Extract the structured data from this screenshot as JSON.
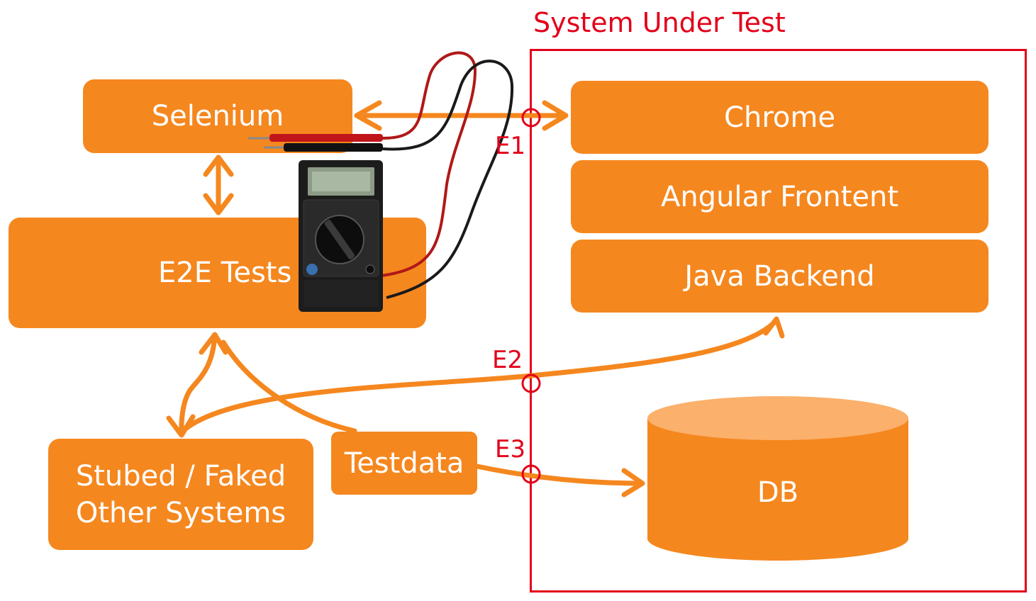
{
  "sut_title": "System Under Test",
  "boxes": {
    "selenium": "Selenium",
    "e2e_tests": "E2E Tests",
    "stubbed_line1": "Stubed / Faked",
    "stubbed_line2": "Other Systems",
    "testdata": "Testdata",
    "chrome": "Chrome",
    "angular": "Angular Frontent",
    "java": "Java Backend",
    "db": "DB"
  },
  "interfaces": {
    "e1": "E1",
    "e2": "E2",
    "e3": "E3"
  },
  "icons": {
    "multimeter": "multimeter-icon"
  },
  "colors": {
    "box": "#f5871f",
    "db_top": "#fbb06b",
    "red": "#e2001a"
  }
}
